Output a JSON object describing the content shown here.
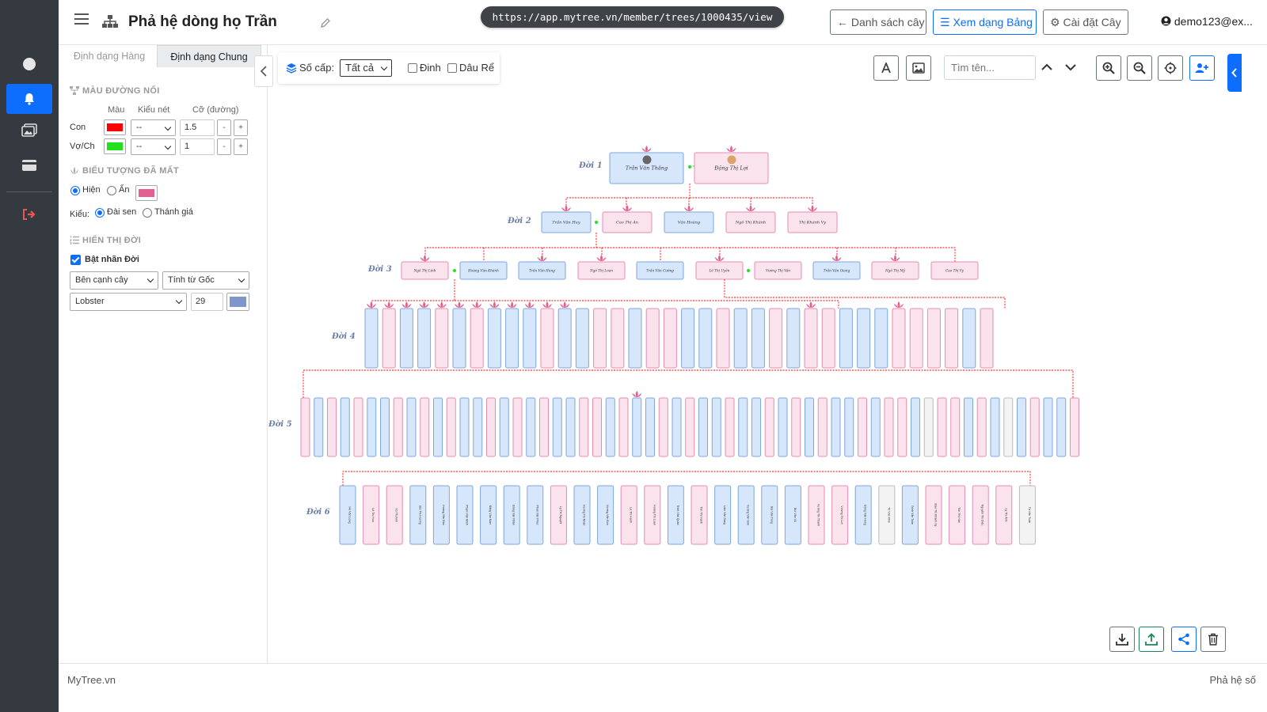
{
  "header": {
    "title": "Phả hệ dòng họ Trần",
    "url": "https://app.mytree.vn/member/trees/1000435/view",
    "buttons": {
      "list": "Danh sách cây",
      "table_view": "Xem dạng Bảng",
      "settings": "Cài đặt Cây"
    },
    "user": "demo123@ex..."
  },
  "panel": {
    "tabs": [
      "Định dạng Hàng",
      "Định dạng Chung"
    ],
    "active_tab": "Định dạng Chung",
    "line_section": {
      "title": "MÀU ĐƯỜNG NỐI",
      "col_color": "Màu",
      "col_style": "Kiểu nét",
      "col_width": "Cỡ (đường)",
      "rows": [
        {
          "label": "Con",
          "color": "#ff0000",
          "style": "--",
          "width": "1.5"
        },
        {
          "label": "Vợ/Ch",
          "color": "#22e01e",
          "style": "--",
          "width": "1"
        }
      ],
      "minus": "-",
      "plus": "+"
    },
    "deceased_section": {
      "title": "BIỂU TƯỢNG ĐÃ MẤT",
      "show": "Hiện",
      "hide": "Ẩn",
      "color": "#e35f8f",
      "kind_label": "Kiểu:",
      "kind_lotus": "Đài sen",
      "kind_cross": "Thánh giá"
    },
    "generation_section": {
      "title": "HIỂN THỊ ĐỜI",
      "toggle_label": "Bật nhãn Đời",
      "position": "Bên cạnh cây",
      "count_from": "Tính từ Gốc",
      "font": "Lobster",
      "font_size": "29",
      "color": "#7f97c8"
    }
  },
  "toolbar": {
    "level_label": "Số cấp:",
    "level_value": "Tất cả",
    "pin_label": "Đinh",
    "bride_label": "Dâu Rể",
    "search_placeholder": "Tìm tên..."
  },
  "tree": {
    "generation_labels": [
      "Đời 1",
      "Đời 2",
      "Đời 3",
      "Đời 4",
      "Đời 5",
      "Đời 6"
    ],
    "gen1": [
      {
        "name": "Trần Văn Thắng",
        "sex": "m"
      },
      {
        "name": "Đặng Thị Lợi",
        "sex": "f"
      }
    ],
    "gen2": [
      {
        "name": "Trần Văn Huy",
        "sex": "m"
      },
      {
        "name": "Cao Thị An",
        "sex": "f"
      },
      {
        "name": "Văn Hoàng",
        "sex": "m"
      },
      {
        "name": "Ngô Thị Khánh",
        "sex": "f"
      },
      {
        "name": "Thị Khánh Vy",
        "sex": "f"
      }
    ],
    "gen3": [
      {
        "name": "Ngô Thị Linh",
        "sex": "f"
      },
      {
        "name": "Hoàng Văn Khánh",
        "sex": "m"
      },
      {
        "name": "Trần Văn Hùng",
        "sex": "m"
      },
      {
        "name": "Ngô Thị Loan",
        "sex": "f"
      },
      {
        "name": "Trần Văn Cường",
        "sex": "m"
      },
      {
        "name": "Lê Thị Uyên",
        "sex": "f"
      },
      {
        "name": "Vương Thị Vân",
        "sex": "f"
      },
      {
        "name": "Trần Văn Giang",
        "sex": "m"
      },
      {
        "name": "Ngô Thị Mỹ",
        "sex": "f"
      },
      {
        "name": "Cao Thị Vy",
        "sex": "f"
      }
    ],
    "gen6": [
      "Hồ Văn Long",
      "Lê Thị Hoa",
      "Vũ Thị Anh",
      "Bùi Thị Hương",
      "Hoàng Văn Bảo",
      "Phạm Văn Minh",
      "Đặng Văn Nam",
      "Đồng Văn Nhân",
      "Phan Văn Phúc",
      "Lý Thị Nguyệt",
      "Vương Thị Nhàn",
      "Vương Văn Đức",
      "Lê Thị Hạnh",
      "Hoàng Thị Loan",
      "Trịnh Văn Quân",
      "Tôn Thị Hạnh",
      "Lâm Văn Sáng",
      "Vương Văn Sơn",
      "Bùi Văn Tùng",
      "Bùi Văn Vũ",
      "Vương Thị Thanh",
      "Vương Thị Lợi",
      "Đồng Văn Hùng",
      "Tô Văn Khôi",
      "Trịnh Văn Toàn",
      "Đào Thị Khánh Vy",
      "Tôn Thị Hân",
      "Nguyễn Thị Diệu",
      "Lý Thị Ánh",
      "Tạ Văn Tuấn"
    ]
  },
  "footer": {
    "brand": "MyTree.vn",
    "right": "Phả hệ số"
  }
}
